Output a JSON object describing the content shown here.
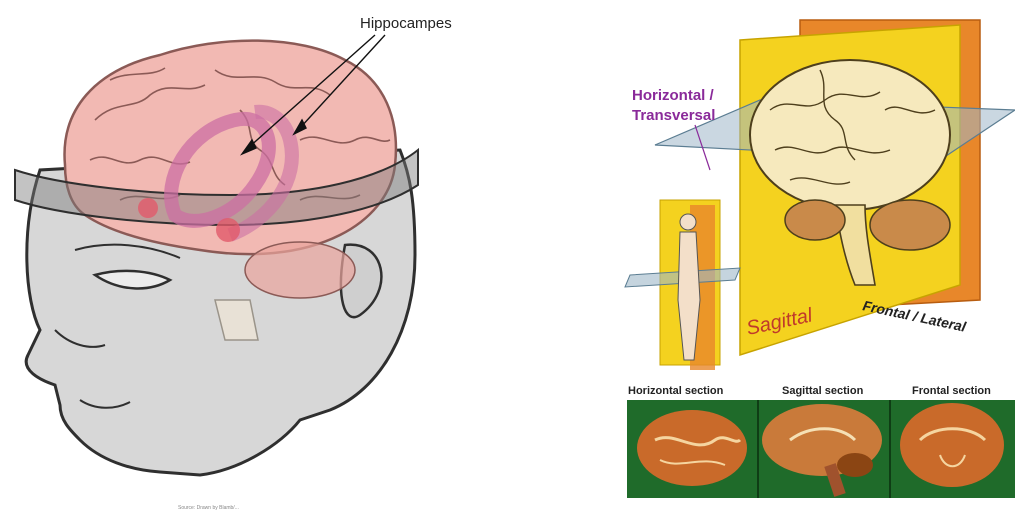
{
  "left_figure": {
    "callout_label": "Hippocampes",
    "credit": "Source: Drawn by Blamb/..."
  },
  "right_figure": {
    "planes": {
      "horizontal": "Horizontal /",
      "horizontal_line2": "Transversal",
      "sagittal": "Sagittal",
      "frontal": "Frontal / Lateral"
    },
    "sections": [
      {
        "label": "Horizontal section"
      },
      {
        "label": "Sagittal section"
      },
      {
        "label": "Frontal section"
      }
    ],
    "colors": {
      "horizontal_label": "#8a2a9a",
      "sagittal_label": "#c0392b",
      "plane_yellow": "#f4d21f",
      "plane_orange": "#e8872a",
      "section_bg": "#1f6b2a"
    }
  }
}
